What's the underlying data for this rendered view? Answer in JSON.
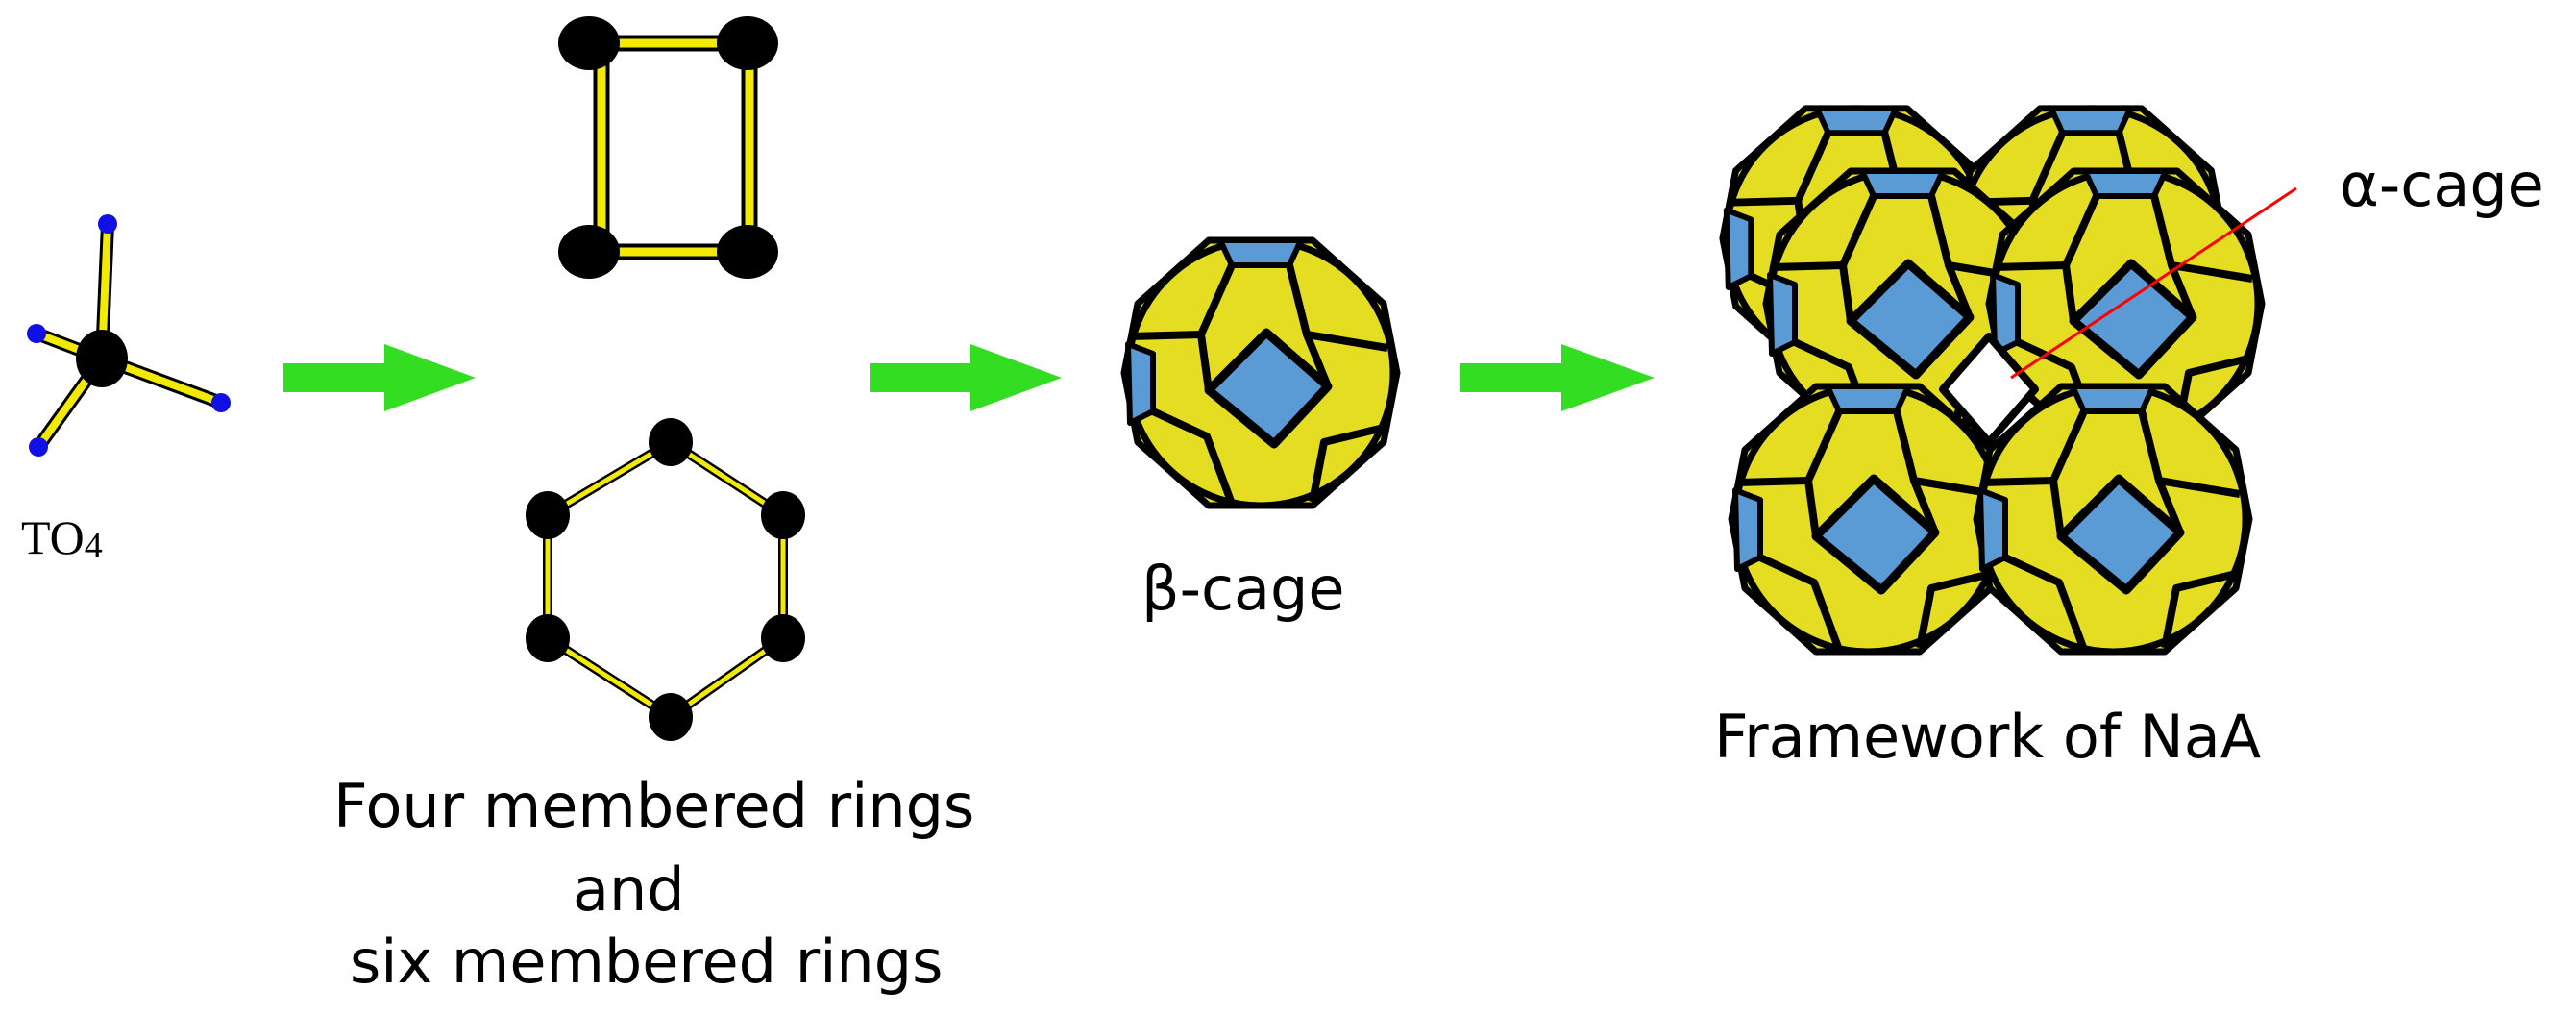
{
  "labels": {
    "to4": "TO",
    "to4_sub": "4",
    "rings_line1": "Four membered rings",
    "rings_line2": "and",
    "rings_line3": "six membered rings",
    "beta_cage": "β-cage",
    "framework": "Framework of NaA",
    "alpha_cage": "α-cage"
  },
  "colors": {
    "bond_yellow": "#f2ea00",
    "atom_black": "#000000",
    "oxygen_blue": "#1010e6",
    "arrow_green": "#33dd22",
    "cage_yellow": "#e4dd22",
    "cage_face_blue": "#5b9bd5",
    "pointer_red": "#ff0000"
  },
  "icons": {
    "arrows": [
      "arrow-right-icon",
      "arrow-right-icon",
      "arrow-right-icon"
    ]
  }
}
